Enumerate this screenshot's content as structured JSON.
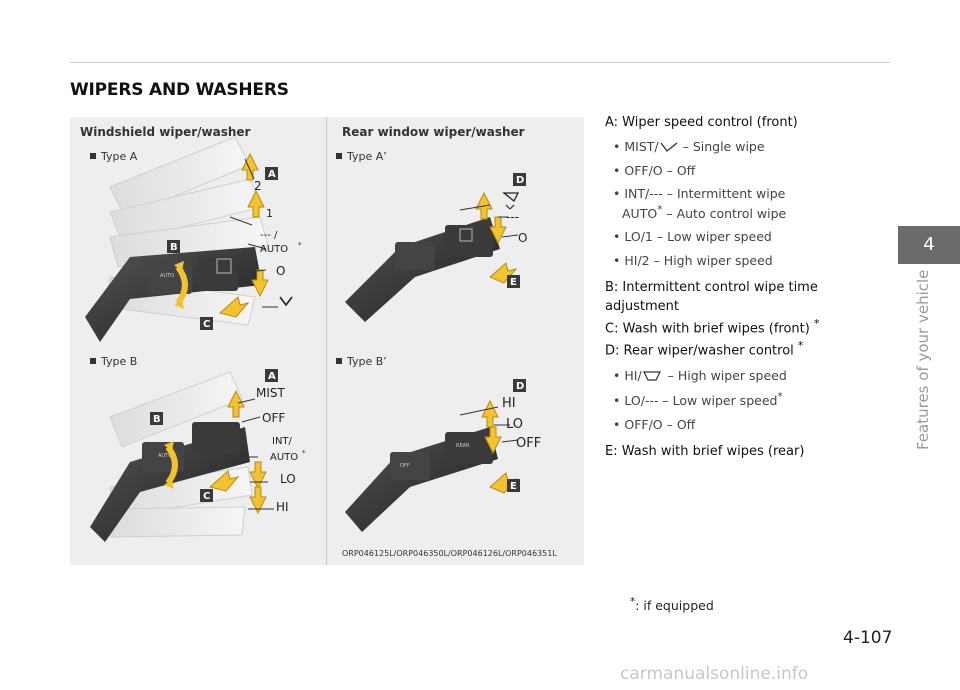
{
  "page": {
    "title": "WIPERS AND WASHERS",
    "page_number": "4-107",
    "chapter_tab": "4",
    "chapter_title": "Features of your vehicle",
    "watermark": "carmanualsonline.info"
  },
  "figure": {
    "left_heading": "Windshield wiper/washer",
    "right_heading": "Rear window wiper/washer",
    "type_a": "Type A",
    "type_b": "Type B",
    "type_a2": "Type A’",
    "type_b2": "Type B’",
    "caption": "ORP046125L/ORP046350L/ORP046126L/ORP046351L",
    "label_letters": {
      "a": "A",
      "b": "B",
      "c": "C",
      "d": "D",
      "e": "E"
    },
    "type_a_labels": {
      "two": "2",
      "one": "1",
      "dashes_slash": "--- /",
      "auto": "AUTO",
      "zero": "O"
    },
    "type_b_labels": {
      "mist": "MIST",
      "off": "OFF",
      "int": "INT/",
      "auto": "AUTO",
      "lo": "LO",
      "hi": "HI"
    },
    "type_a2_labels": {
      "dashes": "---",
      "zero": "O"
    },
    "type_b2_labels": {
      "hi": "HI",
      "lo": "LO",
      "off": "OFF"
    },
    "stalk_text": {
      "auto": "AUTO",
      "rear": "REAR",
      "off": "OFF"
    },
    "asterisk": "*"
  },
  "description": {
    "a_heading": "A: Wiper speed control (front)",
    "a_items": {
      "mist_prefix": "MIST/",
      "mist_suffix": " – Single wipe",
      "off": "OFF/O – Off",
      "int": "INT/--- – Intermittent wipe",
      "auto_prefix": "AUTO",
      "auto_suffix": " – Auto control wipe",
      "lo": "LO/1 – Low wiper speed",
      "hi": "HI/2 – High wiper speed"
    },
    "b_heading": "B: Intermittent control wipe time adjustment",
    "c_heading": "C: Wash with brief wipes (front)",
    "d_heading": "D: Rear wiper/washer control",
    "d_items": {
      "hi_prefix": "HI/",
      "hi_suffix": " – High wiper speed",
      "lo_prefix": "LO/--- – Low wiper speed",
      "off": "OFF/O – Off"
    },
    "e_heading": "E: Wash with brief wipes (rear)"
  },
  "footnote": ": if equipped",
  "colors": {
    "label_box": "#3a3a3a",
    "tab": "#6b6b6b",
    "arrow": "#f2c230",
    "stalk": "#2a2a2a",
    "figure_bg": "#eeeeee"
  }
}
